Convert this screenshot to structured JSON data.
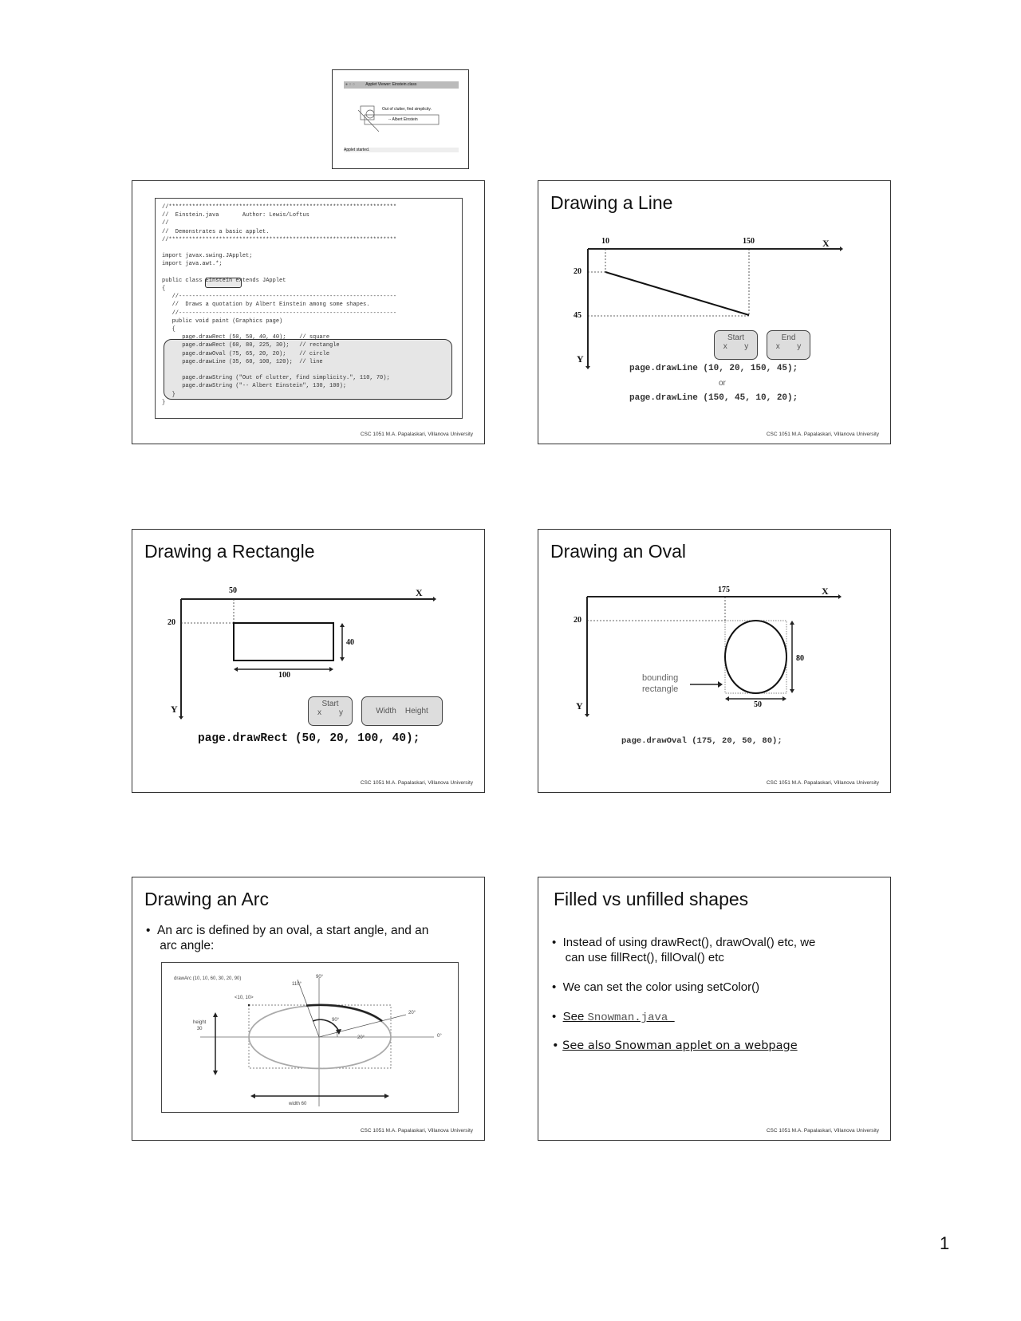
{
  "footer": "CSC 1051 M.A. Papalaskari, Villanova University",
  "page_number": "1",
  "slides": {
    "einstein": {
      "code": [
        "//********************************************************************",
        "//  Einstein.java       Author: Lewis/Loftus",
        "//",
        "//  Demonstrates a basic applet.",
        "//********************************************************************",
        "",
        "import javax.swing.JApplet;",
        "import java.awt.*;",
        "",
        "public class Einstein extends JApplet",
        "{",
        "   //-----------------------------------------------------------------",
        "   //  Draws a quotation by Albert Einstein among some shapes.",
        "   //-----------------------------------------------------------------",
        "   public void paint (Graphics page)",
        "   {",
        "      page.drawRect (50, 50, 40, 40);    // square",
        "      page.drawRect (60, 80, 225, 30);   // rectangle",
        "      page.drawOval (75, 65, 20, 20);    // circle",
        "      page.drawLine (35, 60, 100, 120);  // line",
        "",
        "      page.drawString (\"Out of clutter, find simplicity.\", 110, 70);",
        "      page.drawString (\"-- Albert Einstein\", 130, 100);",
        "   }",
        "}"
      ],
      "applet": {
        "title": "Applet Viewer: Einstein.class",
        "quote": "Out of clutter, find simplicity.",
        "author": "-- Albert Einstein",
        "status": "Applet started."
      }
    },
    "line": {
      "title": "Drawing a Line",
      "x_axis": "X",
      "y_axis": "Y",
      "x_ticks": [
        "10",
        "150"
      ],
      "y_ticks": [
        "20",
        "45"
      ],
      "start": {
        "label": "Start",
        "x": "x",
        "y": "y"
      },
      "end": {
        "label": "End",
        "x": "x",
        "y": "y"
      },
      "code1": "page.drawLine (10, 20, 150, 45);",
      "or": "or",
      "code2": "page.drawLine (150, 45, 10, 20);"
    },
    "rect": {
      "title": "Drawing a Rectangle",
      "x_axis": "X",
      "y_axis": "Y",
      "x_tick": "50",
      "y_tick": "20",
      "width_label": "100",
      "height_label": "40",
      "start": {
        "label": "Start",
        "x": "x",
        "y": "y"
      },
      "size": {
        "width": "Width",
        "height": "Height"
      },
      "code": "page.drawRect (50, 20, 100, 40);"
    },
    "oval": {
      "title": "Drawing an Oval",
      "x_axis": "X",
      "y_axis": "Y",
      "x_tick": "175",
      "y_tick": "20",
      "width_label": "50",
      "height_label": "80",
      "bounding1": "bounding",
      "bounding2": "rectangle",
      "code": "page.drawOval (175, 20, 50, 80);"
    },
    "arc": {
      "title": "Drawing an Arc",
      "bullet1": "An arc is defined by an oval, a start angle, and an",
      "bullet1b": "arc angle:",
      "fig": {
        "call": "drawArc (10, 10, 60, 30, 20, 90)",
        "origin": "<10, 10>",
        "a90": "90°",
        "a110": "110°",
        "a20": "20°",
        "a0": "0°",
        "inner90": "90°",
        "inner20": "20°",
        "height1": "height",
        "height2": "30",
        "width": "width 60"
      }
    },
    "filled": {
      "title": "Filled vs unfilled shapes",
      "b1a": "Instead of using drawRect(), drawOval() etc, we",
      "b1b": "can use fillRect(), fillOval() etc",
      "b2": "We can set the color using setColor()",
      "b3a": "See ",
      "b3b": "Snowman.java ",
      "b4": "See also Snowman applet on a webpage"
    }
  }
}
